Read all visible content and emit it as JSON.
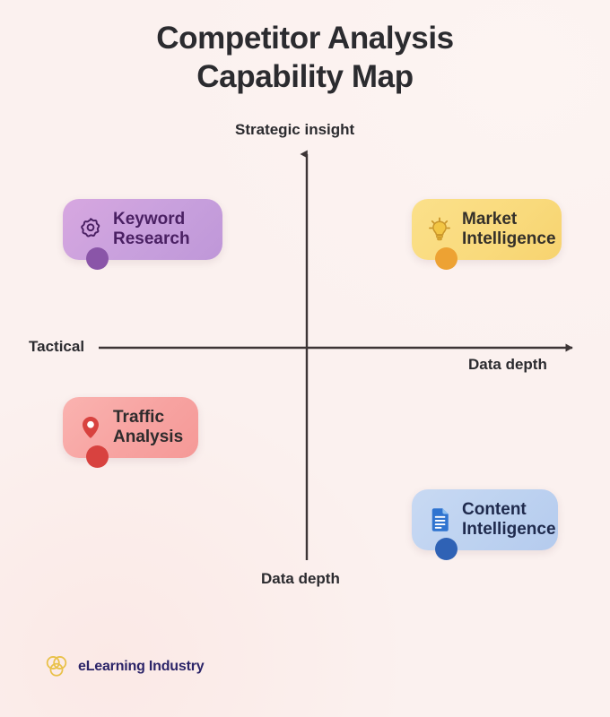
{
  "title": {
    "line1": "Competitor Analysis",
    "line2": "Capability Map"
  },
  "colors": {
    "background": "#fbf1ef",
    "title_text": "#2b2b2f",
    "axis": "#3d3536",
    "keyword_card": "#c8a0dd",
    "keyword_dot": "#8a55a8",
    "market_card": "#f9da7c",
    "market_dot": "#eda233",
    "traffic_card": "#f7a3a1",
    "traffic_dot": "#d8423f",
    "content_card": "#bdd2f0",
    "content_dot": "#2f62b5",
    "logo_mark": "#e9c14a",
    "logo_text": "#2b2468"
  },
  "chart_data": {
    "type": "scatter",
    "title": "Competitor Analysis Capability Map",
    "xlabel": "Data depth",
    "ylabel": "Strategic insight",
    "axes": {
      "top_label": "Strategic insight",
      "left_label": "Tactical",
      "right_label": "Data depth",
      "bottom_label": "Data depth"
    },
    "quadrant_items": [
      {
        "label": "Keyword\nResearch",
        "label_text": "Keyword Research",
        "quadrant": "top-left",
        "icon": "gear-icon",
        "card_color": "#c8a0dd",
        "dot_color": "#8a55a8"
      },
      {
        "label": "Market\nIntelligence",
        "label_text": "Market Intelligence",
        "quadrant": "top-right",
        "icon": "lightbulb-icon",
        "card_color": "#f9da7c",
        "dot_color": "#eda233"
      },
      {
        "label": "Traffic\nAnalysis",
        "label_text": "Traffic Analysis",
        "quadrant": "bottom-left",
        "icon": "map-pin-icon",
        "card_color": "#f7a3a1",
        "dot_color": "#d8423f"
      },
      {
        "label": "Content\nIntelligence",
        "label_text": "Content Intelligence",
        "quadrant": "bottom-right",
        "icon": "document-icon",
        "card_color": "#bdd2f0",
        "dot_color": "#2f62b5"
      }
    ]
  },
  "footer": {
    "brand": "eLearning Industry",
    "logo_icon": "three-rings-logo"
  }
}
